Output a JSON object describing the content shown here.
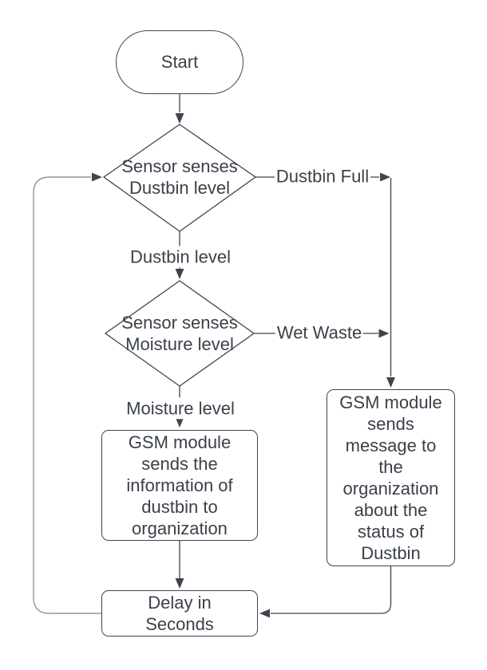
{
  "diagram": {
    "type": "flowchart",
    "colors": {
      "background": "#ffffff",
      "node_fill": "#ffffff",
      "stroke": "#3e454e",
      "loop_stroke": "#8f9398",
      "text": "#3a414a"
    },
    "nodes": {
      "start": {
        "shape": "terminator",
        "label": "Start"
      },
      "decision_dustbin": {
        "shape": "diamond",
        "label": "Sensor senses\nDustbin level"
      },
      "decision_moisture": {
        "shape": "diamond",
        "label": "Sensor senses\nMoisture level"
      },
      "gsm_info": {
        "shape": "rounded-rect",
        "label": "GSM module\nsends the\ninformation of\ndustbin to\norganization"
      },
      "gsm_status": {
        "shape": "rounded-rect",
        "label": "GSM module\nsends\nmessage to\nthe\norganization\nabout the\nstatus of\nDustbin"
      },
      "delay": {
        "shape": "rounded-rect",
        "label": "Delay in\nSeconds"
      }
    },
    "edge_labels": {
      "dustbin_full": "Dustbin Full",
      "wet_waste": "Wet Waste",
      "dustbin_level": "Dustbin level",
      "moisture_level": "Moisture level"
    },
    "edges": [
      {
        "from": "start",
        "to": "decision_dustbin",
        "label": ""
      },
      {
        "from": "decision_dustbin",
        "to": "decision_moisture",
        "label": "Dustbin level"
      },
      {
        "from": "decision_dustbin",
        "to": "gsm_status",
        "label": "Dustbin Full"
      },
      {
        "from": "decision_moisture",
        "to": "gsm_info",
        "label": "Moisture level"
      },
      {
        "from": "decision_moisture",
        "to": "gsm_status",
        "label": "Wet Waste"
      },
      {
        "from": "gsm_info",
        "to": "delay",
        "label": ""
      },
      {
        "from": "gsm_status",
        "to": "delay",
        "label": ""
      },
      {
        "from": "delay",
        "to": "decision_dustbin",
        "label": ""
      }
    ]
  }
}
